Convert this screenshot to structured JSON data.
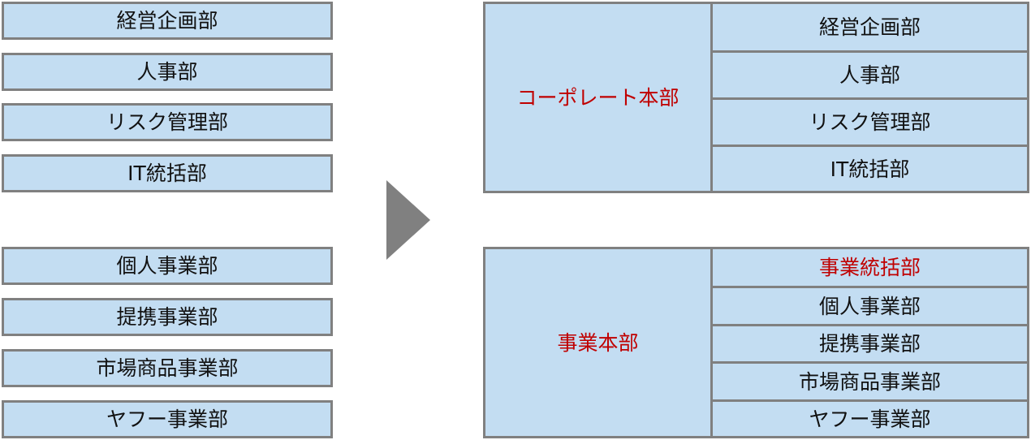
{
  "colors": {
    "box_fill": "#c3ddf2",
    "box_border": "#808080",
    "highlight_text": "#c00000",
    "arrow": "#808080"
  },
  "before": {
    "corporate_depts": [
      "経営企画部",
      "人事部",
      "リスク管理部",
      "IT統括部"
    ],
    "business_depts": [
      "個人事業部",
      "提携事業部",
      "市場商品事業部",
      "ヤフー事業部"
    ]
  },
  "after": {
    "corporate_hq": {
      "name": "コーポレート本部",
      "depts": [
        "経営企画部",
        "人事部",
        "リスク管理部",
        "IT統括部"
      ]
    },
    "business_hq": {
      "name": "事業本部",
      "new_dept": "事業統括部",
      "depts": [
        "個人事業部",
        "提携事業部",
        "市場商品事業部",
        "ヤフー事業部"
      ]
    }
  }
}
